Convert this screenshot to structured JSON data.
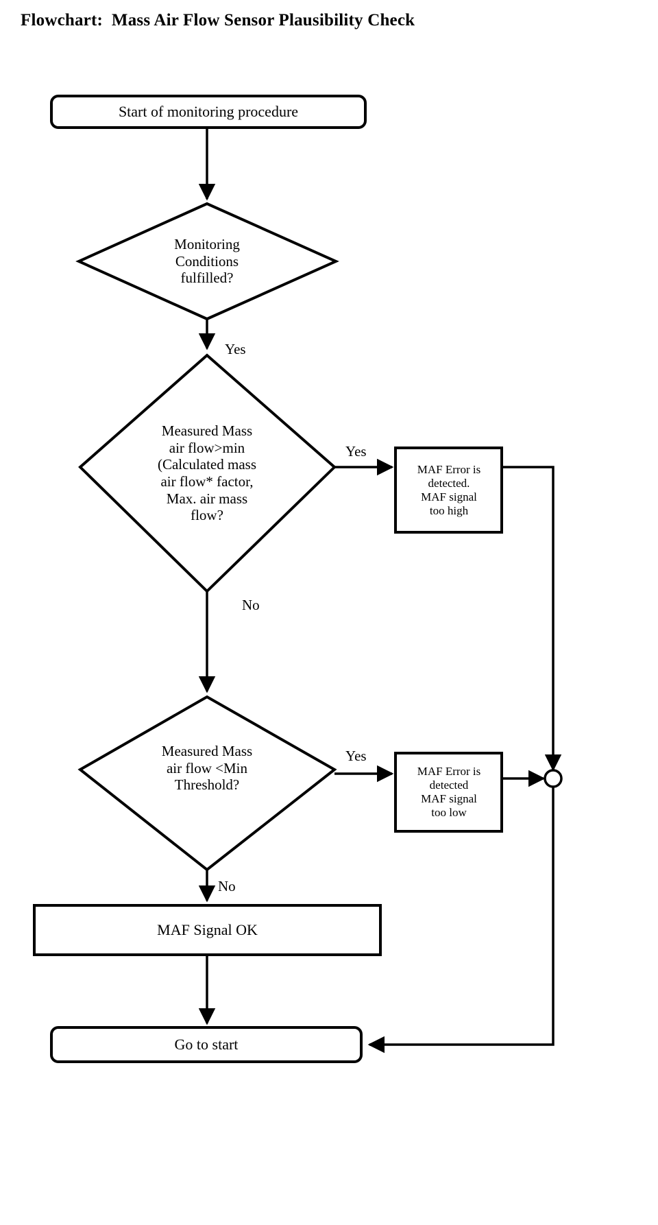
{
  "title": "Flowchart:  Mass Air Flow Sensor Plausibility Check",
  "diagram": {
    "type": "flowchart",
    "orientation": "top-to-bottom",
    "stroke_color": "#000000",
    "fill_color": "#ffffff",
    "nodes": [
      {
        "id": "start",
        "shape": "rounded-rectangle",
        "text": "Start of monitoring procedure"
      },
      {
        "id": "cond-monitoring",
        "shape": "diamond",
        "text": "Monitoring\nConditions\nfulfilled?"
      },
      {
        "id": "cond-max-flow",
        "shape": "diamond",
        "text": "Measured Mass\nair flow>min\n(Calculated mass\nair flow* factor,\nMax. air mass\nflow?"
      },
      {
        "id": "error-too-high",
        "shape": "rectangle",
        "text": "MAF Error is\ndetected.\nMAF signal\ntoo high"
      },
      {
        "id": "cond-min-flow",
        "shape": "diamond",
        "text": "Measured Mass\nair flow <Min\nThreshold?"
      },
      {
        "id": "error-too-low",
        "shape": "rectangle",
        "text": "MAF Error is\ndetected\nMAF signal\ntoo low"
      },
      {
        "id": "junction",
        "shape": "circle",
        "text": ""
      },
      {
        "id": "signal-ok",
        "shape": "rectangle",
        "text": "MAF Signal OK"
      },
      {
        "id": "go-to-start",
        "shape": "rounded-rectangle",
        "text": "Go to start"
      }
    ],
    "edges": [
      {
        "from": "start",
        "to": "cond-monitoring",
        "label": ""
      },
      {
        "from": "cond-monitoring",
        "to": "cond-max-flow",
        "label": "Yes"
      },
      {
        "from": "cond-max-flow",
        "to": "error-too-high",
        "label": "Yes"
      },
      {
        "from": "cond-max-flow",
        "to": "cond-min-flow",
        "label": "No"
      },
      {
        "from": "cond-min-flow",
        "to": "error-too-low",
        "label": "Yes"
      },
      {
        "from": "cond-min-flow",
        "to": "signal-ok",
        "label": "No"
      },
      {
        "from": "error-too-high",
        "to": "junction",
        "label": ""
      },
      {
        "from": "error-too-low",
        "to": "junction",
        "label": ""
      },
      {
        "from": "signal-ok",
        "to": "go-to-start",
        "label": ""
      },
      {
        "from": "junction",
        "to": "go-to-start",
        "label": ""
      }
    ]
  },
  "labels": {
    "yes_monitoring": "Yes",
    "yes_max_flow": "Yes",
    "no_max_flow": "No",
    "yes_min_flow": "Yes",
    "no_min_flow": "No"
  }
}
